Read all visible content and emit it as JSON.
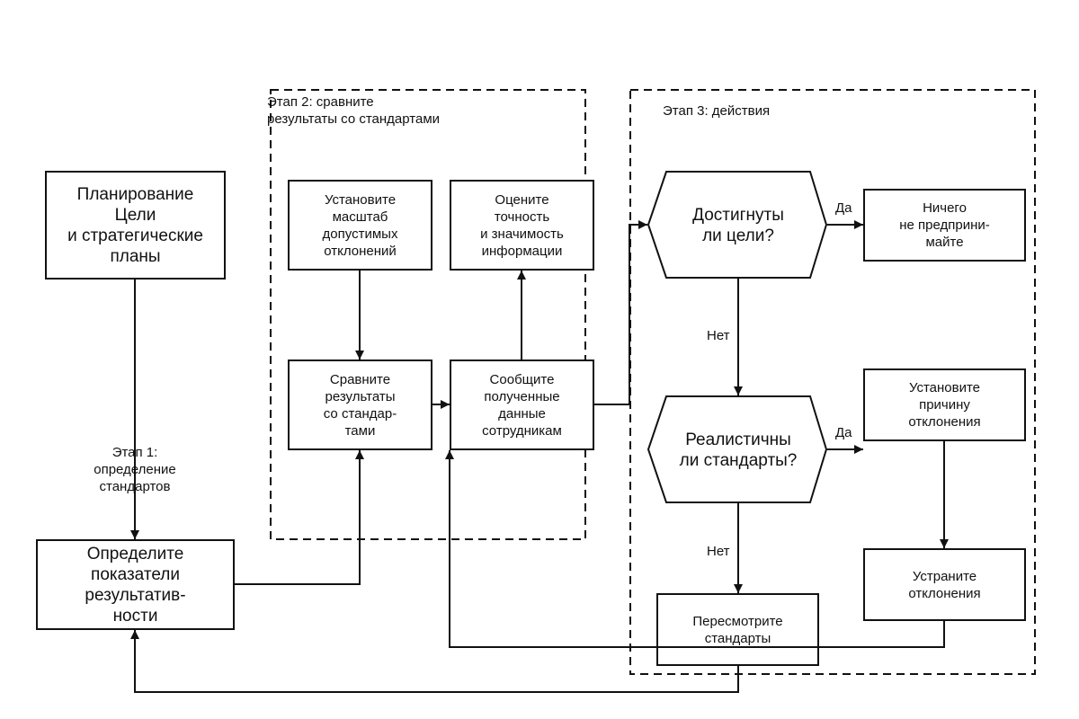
{
  "zones": {
    "stage1": "Этап 1:\nопределение\nстандартов",
    "stage2": "Этап 2: сравните\nрезультаты со стандартами",
    "stage3": "Этап 3: действия"
  },
  "nodes": {
    "planning": "Планирование\nЦели\nи стратегические\nпланы",
    "define_indicators": "Определите\nпоказатели\nрезультатив-\nности",
    "set_scale": "Установите\nмасштаб\nдопустимых\nотклонений",
    "evaluate_accuracy": "Оцените\nточность\nи значимость\nинформации",
    "compare_results": "Сравните\nрезультаты\nсо стандар-\nтами",
    "report_data": "Сообщите\nполученные\nданные\nсотрудникам",
    "goals_achieved": "Достигнуты\nли цели?",
    "do_nothing": "Ничего\nне предприни-\nмайте",
    "standards_realistic": "Реалистичны\nли стандарты?",
    "find_cause": "Установите\nпричину\nотклонения",
    "eliminate_deviation": "Устраните\nотклонения",
    "revise_standards": "Пересмотрите\nстандарты"
  },
  "edges": {
    "yes1": "Да",
    "no1": "Нет",
    "yes2": "Да",
    "no2": "Нет"
  }
}
